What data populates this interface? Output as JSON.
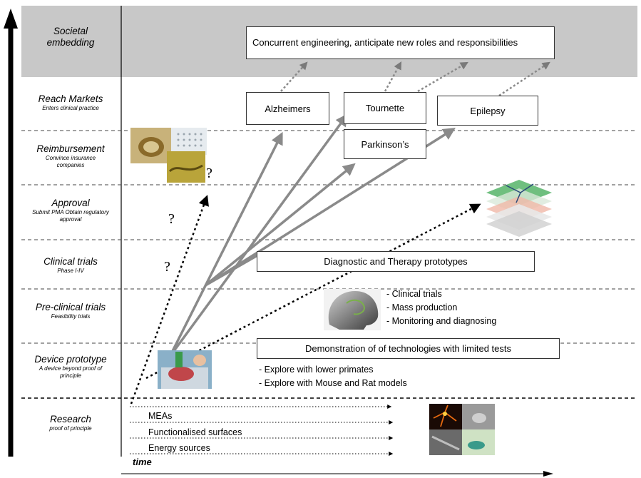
{
  "stages": [
    {
      "title": "Societal embedding",
      "subtitle": ""
    },
    {
      "title": "Reach Markets",
      "subtitle": "Enters clinical practice"
    },
    {
      "title": "Reimbursement",
      "subtitle": "Convince insurance companies"
    },
    {
      "title": "Approval",
      "subtitle": "Submit PMA Obtain regulatory approval"
    },
    {
      "title": "Clinical trials",
      "subtitle": "Phase I-IV"
    },
    {
      "title": "Pre-clinical trials",
      "subtitle": "Feasibility trials"
    },
    {
      "title": "Device prototype",
      "subtitle": "A device beyond proof of principle"
    },
    {
      "title": "Research",
      "subtitle": "proof of principle"
    }
  ],
  "boxes": {
    "concurrent": "Concurrent engineering, anticipate new roles and responsibilities",
    "alzheimers": "Alzheimers",
    "tournette": "Tournette",
    "epilepsy": "Epilepsy",
    "parkinsons": "Parkinson’s",
    "diag_therapy": "Diagnostic and Therapy prototypes",
    "demonstration": "Demonstration of of technologies with limited tests"
  },
  "preclinical_list": [
    "- Clinical trials",
    "- Mass production",
    "- Monitoring and diagnosing"
  ],
  "prototype_list": [
    "- Explore with lower primates",
    "- Explore with Mouse and Rat models"
  ],
  "research_items": [
    "MEAs",
    "Functionalised surfaces",
    "Energy sources"
  ],
  "question_marks": [
    "?",
    "?",
    "?"
  ],
  "axis": {
    "time_label": "time"
  }
}
